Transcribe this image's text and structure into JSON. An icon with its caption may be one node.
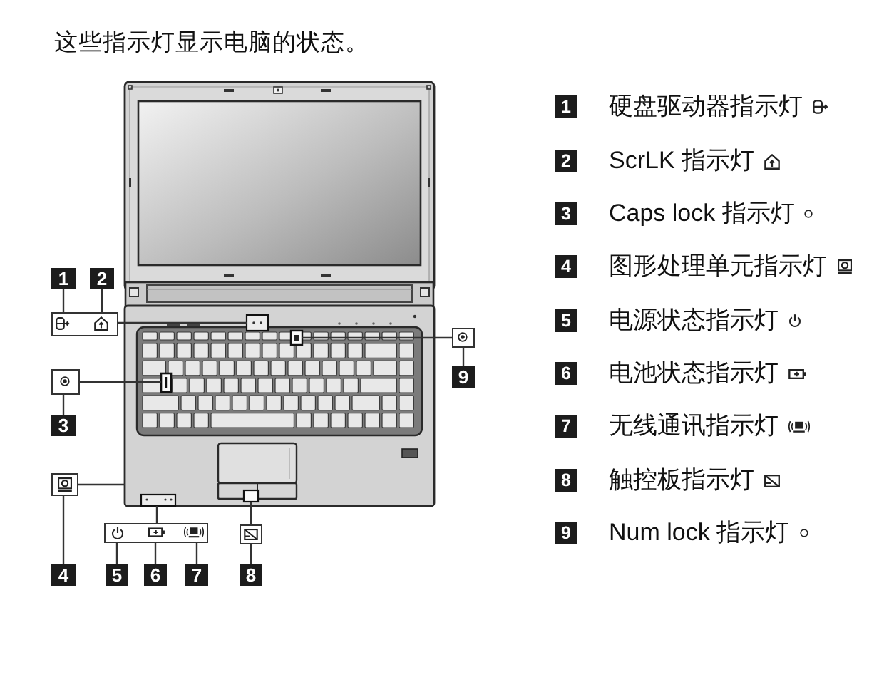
{
  "diagram": {
    "title": "这些指示灯显示电脑的状态。",
    "nodes": [
      {
        "text": [
          "1"
        ]
      },
      {
        "text": [
          "2"
        ]
      },
      {
        "text": [],
        "shape": "box"
      },
      {
        "text": [],
        "shape": "box"
      },
      {
        "text": [
          "9"
        ]
      },
      {
        "text": [],
        "shape": "box"
      },
      {
        "text": [
          "3"
        ]
      },
      {
        "text": [],
        "shape": "box"
      },
      {
        "text": [],
        "shape": "box"
      },
      {
        "text": [],
        "shape": "box"
      },
      {
        "text": [
          "4"
        ]
      },
      {
        "text": [
          "5"
        ]
      },
      {
        "text": [
          "6"
        ]
      },
      {
        "text": [
          "7"
        ]
      },
      {
        "text": [
          "8"
        ]
      },
      {
        "text": [
          "1"
        ],
        "beside": [
          "硬盘驱动器指示灯"
        ]
      },
      {
        "text": [
          "2"
        ],
        "beside": [
          "ScrLK 指示灯"
        ]
      },
      {
        "text": [
          "3"
        ],
        "beside": [
          "Caps lock 指示灯"
        ]
      },
      {
        "text": [
          "4"
        ],
        "beside": [
          "图形处理单元指示灯"
        ]
      },
      {
        "text": [
          "5"
        ],
        "beside": [
          "电源状态指示灯"
        ]
      },
      {
        "text": [
          "6"
        ],
        "beside": [
          "电池状态指示灯"
        ]
      },
      {
        "text": [
          "7"
        ],
        "beside": [
          "无线通讯指示灯"
        ]
      },
      {
        "text": [
          "8"
        ],
        "beside": [
          "触控板指示灯"
        ]
      },
      {
        "text": [
          "9"
        ],
        "beside": [
          "Num lock 指示灯"
        ]
      }
    ],
    "edges": [
      {
        "from": 0,
        "to": 2,
        "arrow": "none"
      },
      {
        "from": 1,
        "to": 2,
        "arrow": "none"
      },
      {
        "from": 2,
        "to": null,
        "arrow": "none"
      },
      {
        "from": 4,
        "to": 3,
        "arrow": "none"
      },
      {
        "from": 3,
        "to": null,
        "arrow": "none"
      },
      {
        "from": 6,
        "to": 5,
        "arrow": "none"
      },
      {
        "from": 5,
        "to": null,
        "arrow": "none"
      },
      {
        "from": 10,
        "to": 7,
        "arrow": "none"
      },
      {
        "from": 7,
        "to": null,
        "arrow": "none"
      },
      {
        "from": 11,
        "to": 8,
        "arrow": "none"
      },
      {
        "from": 12,
        "to": 8,
        "arrow": "none"
      },
      {
        "from": 13,
        "to": 8,
        "arrow": "none"
      },
      {
        "from": 8,
        "to": null,
        "arrow": "none"
      },
      {
        "from": 14,
        "to": 9,
        "arrow": "none"
      },
      {
        "from": 9,
        "to": null,
        "arrow": "none"
      }
    ]
  }
}
